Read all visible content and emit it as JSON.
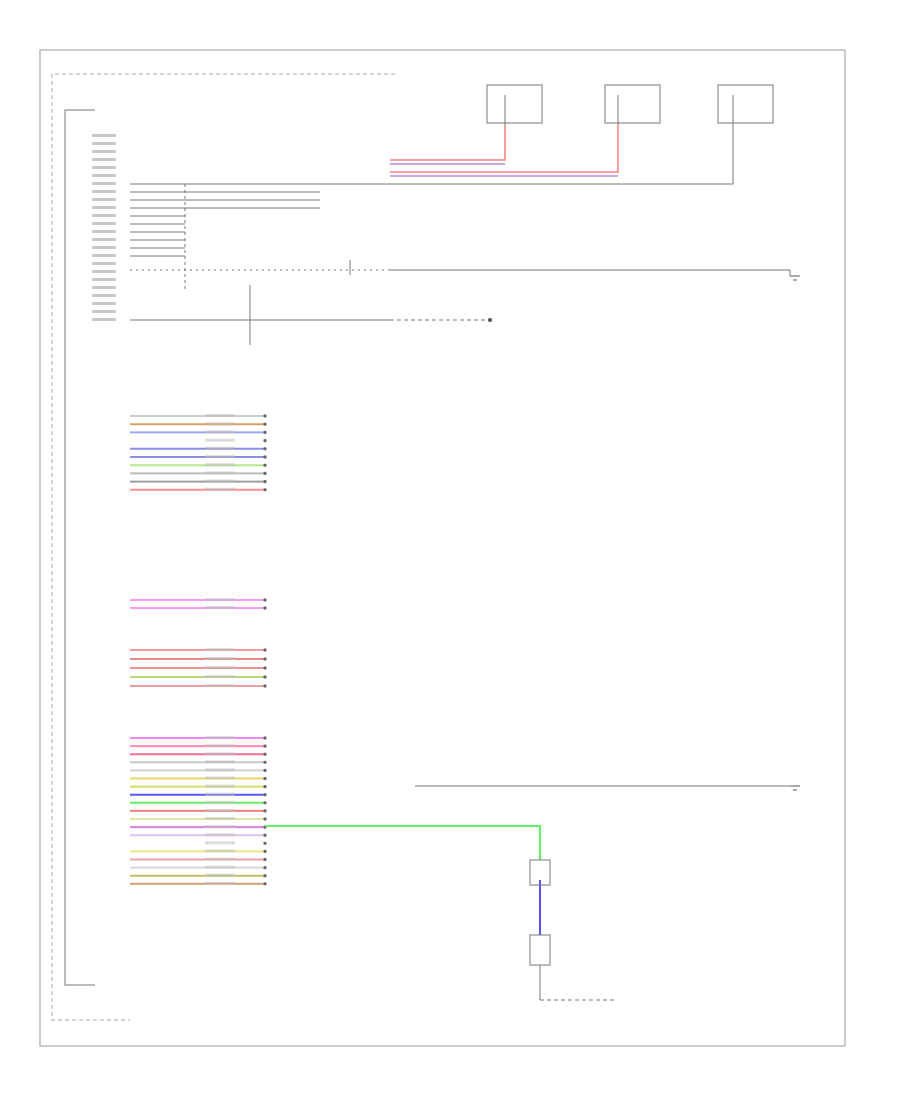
{
  "colors": {
    "frame": "#888888",
    "wire_neutral": "#555555",
    "wire_red": "#ff7f7f",
    "wire_violet": "#b08adf",
    "wire_green": "#66ee66",
    "wire_blue": "#5555ff",
    "text": "#555555"
  },
  "header": {
    "top_label": "",
    "harness_label": "",
    "ground_label": "",
    "bottom_left_label": ""
  },
  "switches": [
    {
      "name": "",
      "detail": ""
    },
    {
      "name": "",
      "detail": ""
    },
    {
      "name": "",
      "detail": ""
    }
  ],
  "connector_groups": [
    {
      "rows": 10,
      "wire_colors": [
        "#cccccc",
        "#d8a060",
        "#9fa8ef",
        "#ffffff",
        "#8d8de6",
        "#8d8de6",
        "#b5e88d",
        "#bdbdbd",
        "#9c9c9c",
        "#ff8f8f"
      ],
      "extra": [
        "#d8c070",
        "#e8a0a0"
      ]
    },
    {
      "rows": 2,
      "wire_colors": [
        "#f49cf4",
        "#f49cf4"
      ],
      "extra": []
    },
    {
      "rows": 5,
      "wire_colors": [
        "#f59a9a",
        "#e68a8a",
        "#f09090",
        "#b7d77a",
        "#e6a0a0"
      ],
      "extra": []
    },
    {
      "rows": 19,
      "wire_colors": [
        "#f08af0",
        "#ff88aa",
        "#f07090",
        "#c8c8c8",
        "#d0d0d0",
        "#e8d868",
        "#d0e060",
        "#5555ff",
        "#66ee66",
        "#f08080",
        "#d8e8a0",
        "#e080e0",
        "#e0c0f0",
        "#ffffff",
        "#e8e880",
        "#f0a0a0",
        "#d8d8d8",
        "#c0c060",
        "#d8a070"
      ],
      "extra": []
    }
  ]
}
